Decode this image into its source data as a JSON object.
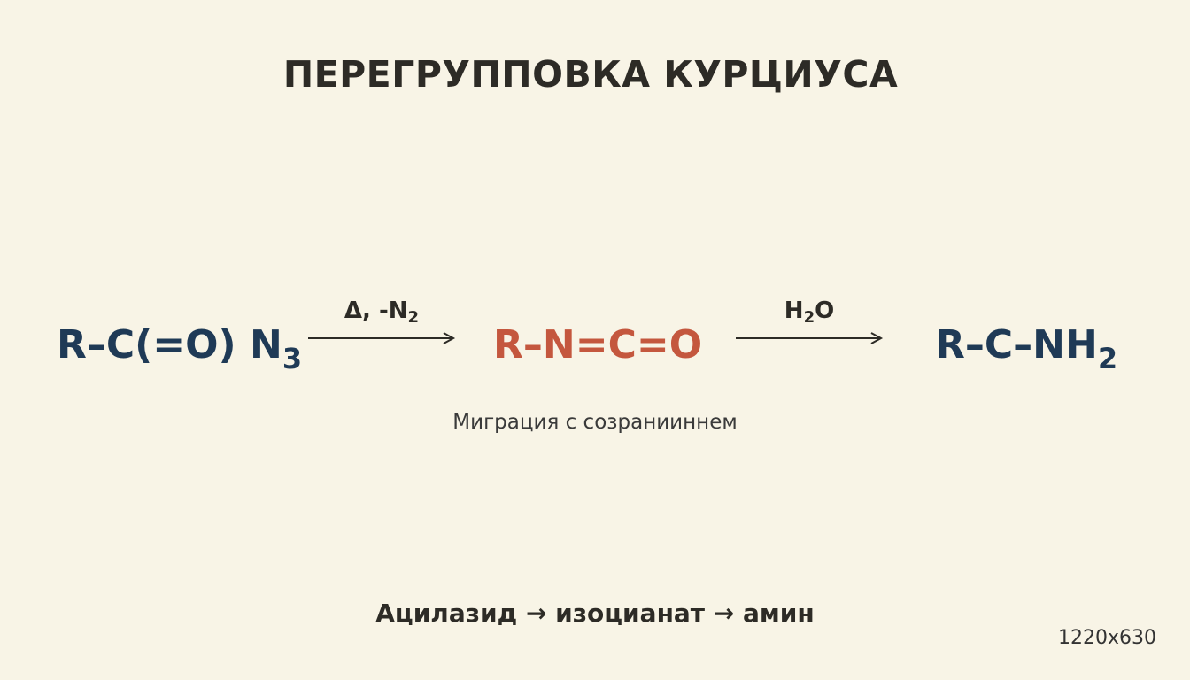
{
  "title": "ПЕРЕГРУППОВКА КУРЦИУСА",
  "reaction": {
    "reactant": {
      "main": "R–C(=O) N",
      "sub": "3"
    },
    "step1": {
      "condition_main": "Δ, -N",
      "condition_sub": "2"
    },
    "intermediate": {
      "text": "R–N=C=O"
    },
    "step2": {
      "condition_pre": "H",
      "condition_sub": "2",
      "condition_post": "O"
    },
    "product": {
      "main": "R–C–NH",
      "sub": "2"
    }
  },
  "caption": "Миграция с созранииннем",
  "summary": "Ацилазид → изоцианат → амин",
  "dimensions_label": "1220x630",
  "colors": {
    "background": "#f8f4e6",
    "formula_dark": "#1f3a56",
    "formula_accent": "#c4573e"
  }
}
